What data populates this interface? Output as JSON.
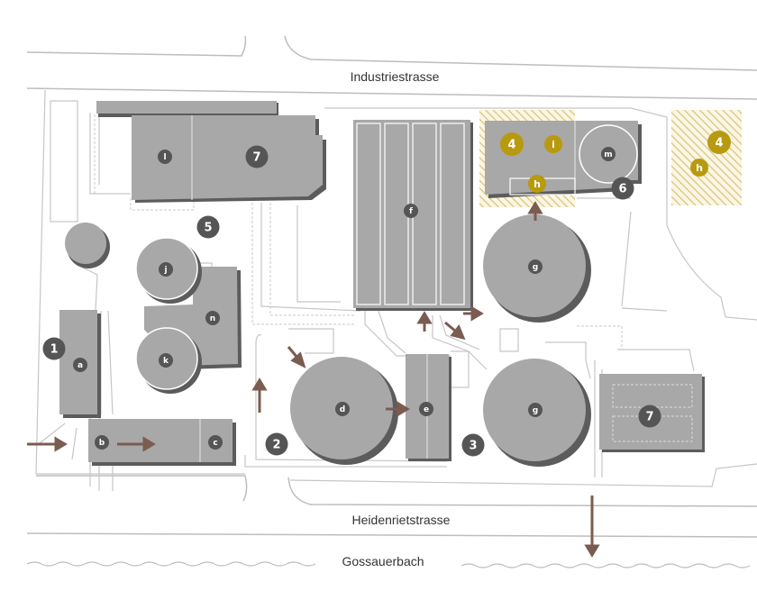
{
  "streets": {
    "north": "Industriestrasse",
    "south": "Heidenrietstrasse",
    "creek": "Gossauerbach"
  },
  "colors": {
    "building": "#a8a8a8",
    "shadow": "#5c5c5c",
    "line": "#bdbdbd",
    "marker": "#555555",
    "highlight": "#b89a10",
    "arrow": "#7b5c50"
  },
  "markers": [
    {
      "label": "a",
      "kind": "letter"
    },
    {
      "label": "b",
      "kind": "letter"
    },
    {
      "label": "c",
      "kind": "letter"
    },
    {
      "label": "d",
      "kind": "letter"
    },
    {
      "label": "e",
      "kind": "letter"
    },
    {
      "label": "f",
      "kind": "letter"
    },
    {
      "label": "g",
      "kind": "letter"
    },
    {
      "label": "g",
      "kind": "letter"
    },
    {
      "label": "j",
      "kind": "letter"
    },
    {
      "label": "k",
      "kind": "letter"
    },
    {
      "label": "n",
      "kind": "letter"
    },
    {
      "label": "l",
      "kind": "letter"
    },
    {
      "label": "m",
      "kind": "letter"
    },
    {
      "label": "1",
      "kind": "number"
    },
    {
      "label": "2",
      "kind": "number"
    },
    {
      "label": "3",
      "kind": "number"
    },
    {
      "label": "5",
      "kind": "number"
    },
    {
      "label": "6",
      "kind": "number"
    },
    {
      "label": "7",
      "kind": "number"
    },
    {
      "label": "7",
      "kind": "number"
    },
    {
      "label": "4",
      "kind": "highlight"
    },
    {
      "label": "i",
      "kind": "highlight"
    },
    {
      "label": "h",
      "kind": "highlight"
    },
    {
      "label": "4",
      "kind": "highlight"
    },
    {
      "label": "h",
      "kind": "highlight"
    }
  ]
}
